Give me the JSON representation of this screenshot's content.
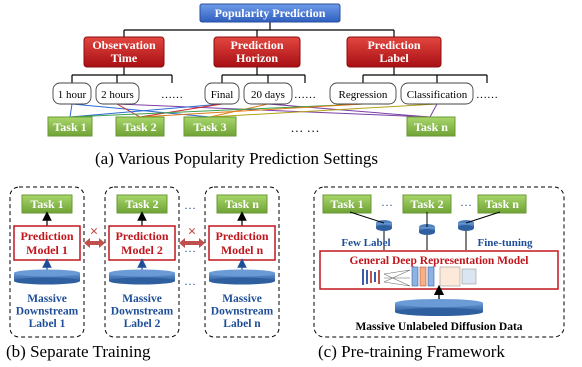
{
  "top": {
    "root": "Popularity Prediction",
    "categories": [
      "Observation\nTime",
      "Prediction\nHorizon",
      "Prediction\nLabel"
    ],
    "options": {
      "observation": [
        "1 hour",
        "2 hours",
        "……"
      ],
      "horizon": [
        "Final",
        "20 days",
        "……"
      ],
      "label": [
        "Regression",
        "Classification",
        "……"
      ]
    },
    "tasks": [
      "Task 1",
      "Task 2",
      "Task 3",
      "… …",
      "Task n"
    ],
    "caption": "(a) Various Popularity Prediction Settings"
  },
  "separate": {
    "columns": [
      {
        "task": "Task 1",
        "model": "Prediction\nModel 1",
        "data": "Massive\nDownstream\nLabel 1"
      },
      {
        "task": "Task 2",
        "model": "Prediction\nModel 2",
        "data": "Massive\nDownstream\nLabel 2"
      },
      {
        "task": "Task n",
        "model": "Prediction\nModel n",
        "data": "Massive\nDownstream\nLabel n"
      }
    ],
    "dots": "…",
    "cross": "×",
    "caption": "(b) Separate Training"
  },
  "pretrain": {
    "tasks": [
      "Task 1",
      "Task 2",
      "Task n"
    ],
    "few_label": "Few Label",
    "fine_tuning": "Fine-tuning",
    "model": "General Deep Representation Model",
    "data": "Massive Unlabeled Diffusion Data",
    "dots": "…",
    "caption": "(c) Pre-training Framework"
  },
  "colors": {
    "root_blue": "#3f6fd0",
    "category_red": "#c0171d",
    "task_green": "#8cbf4e",
    "model_border": "#c0171d",
    "disk_blue": "#4f81bd",
    "label_blue": "#1f4e99",
    "arrow_red": "#c0504d"
  }
}
